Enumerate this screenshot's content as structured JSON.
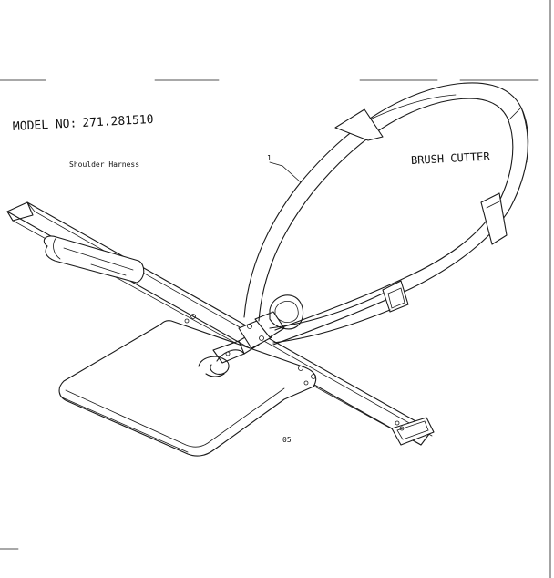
{
  "model": {
    "label": "MODEL NO:",
    "number": "271.281510"
  },
  "subtitle": "Shoulder Harness",
  "product_name": "BRUSH CUTTER",
  "callout": {
    "part_number": "1"
  },
  "figure_number": "05",
  "colors": {
    "ink": "#1a1a1a",
    "paper": "#ffffff"
  }
}
